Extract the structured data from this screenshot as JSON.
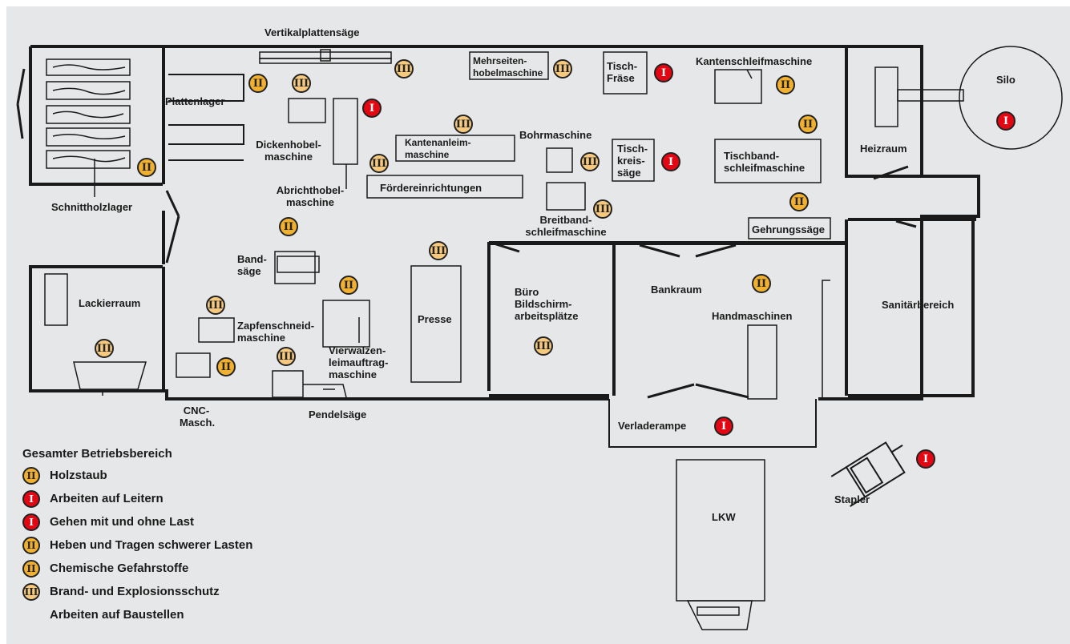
{
  "colors": {
    "background": "#e6e7e8",
    "risk_i": "#e30613",
    "risk_ii": "#f1b02f",
    "risk_iii": "#f6c97e"
  },
  "badges": {
    "i": "I",
    "ii": "II",
    "iii": "III"
  },
  "labels": {
    "vertikalplattensaege": "Vertikalplattensäge",
    "mehrseiten": "Mehrseiten-\nhobelmaschine",
    "tischfraese": "Tisch-\nFräse",
    "kantenschleif": "Kantenschleifmaschine",
    "silo": "Silo",
    "plattenlager": "Plattenlager",
    "dickenhobel": "Dickenhobel-\nmaschine",
    "kantenanleim": "Kantenanleim-\nmaschine",
    "bohrmaschine": "Bohrmaschine",
    "tischkreissaege": "Tisch-\nkreis-\nsäge",
    "tischband": "Tischband-\nschleifmaschine",
    "heizraum": "Heizraum",
    "abrichthobel": "Abrichthobel-\nmaschine",
    "foerder": "Fördereinrichtungen",
    "breitband": "Breitband-\nschleifmaschine",
    "schnittholz": "Schnittholzlager",
    "gehrung": "Gehrungssäge",
    "bandsaege": "Band-\nsäge",
    "lackierraum": "Lackierraum",
    "presse": "Presse",
    "buero": "Büro\nBildschirm-\narbeitsplätze",
    "bankraum": "Bankraum",
    "handmaschinen": "Handmaschinen",
    "sanitaer": "Sanitärbereich",
    "zapfen": "Zapfenschneid-\nmaschine",
    "vierwalzen": "Vierwalzen-\nleimauftrag-\nmaschine",
    "cnc": "CNC-\nMasch.",
    "pendel": "Pendelsäge",
    "verladerampe": "Verladerampe",
    "stapler": "Stapler",
    "lkw": "LKW"
  },
  "legend": {
    "title": "Gesamter Betriebsbereich",
    "items": [
      {
        "level": "II",
        "text": "Holzstaub"
      },
      {
        "level": "I",
        "text": "Arbeiten auf Leitern"
      },
      {
        "level": "I",
        "text": "Gehen mit und ohne Last"
      },
      {
        "level": "II",
        "text": "Heben und Tragen schwerer Lasten"
      },
      {
        "level": "II",
        "text": "Chemische Gefahrstoffe"
      },
      {
        "level": "III",
        "text": "Brand- und Explosionsschutz"
      },
      {
        "level": "",
        "text": "Arbeiten auf Baustellen"
      }
    ]
  }
}
